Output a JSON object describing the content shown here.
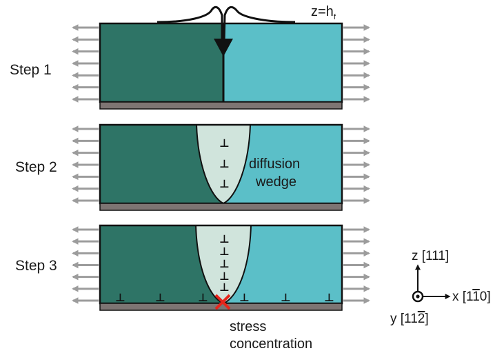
{
  "diagram": {
    "steps": [
      {
        "label": "Step 1",
        "annotation": "z=h",
        "annotation_subscript": "f"
      },
      {
        "label": "Step 2",
        "annotation": "diffusion",
        "annotation_line2": "wedge"
      },
      {
        "label": "Step 3",
        "annotation": "stress",
        "annotation_line2": "concentration"
      }
    ],
    "axes": {
      "z": "z [111]",
      "x_prefix": "x [1",
      "x_overbar": "1",
      "x_suffix": "0]",
      "y_prefix": "y [11",
      "y_overbar": "2",
      "y_suffix": "]"
    },
    "dislocation_symbol": "⊥",
    "colors": {
      "grain_left": "#2e7466",
      "grain_right": "#5bbfc8",
      "wedge": "#d0e4dc",
      "substrate": "#7d7573",
      "arrows": "#9c9c9c",
      "crack_mark": "#e8251b",
      "outline": "#111111"
    }
  }
}
